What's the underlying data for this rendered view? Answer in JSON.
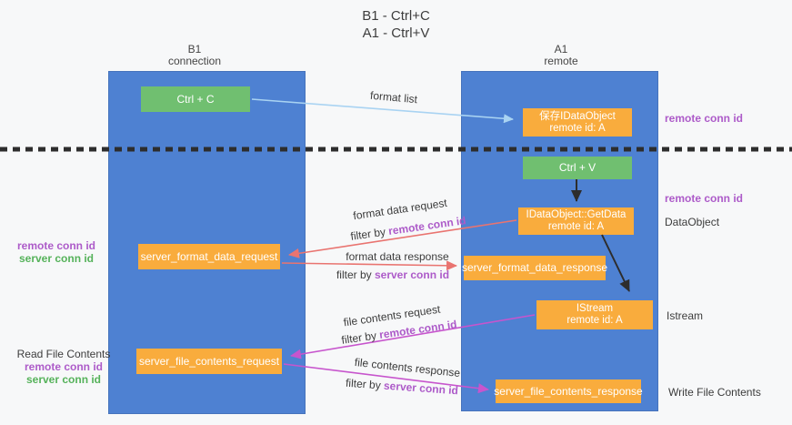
{
  "title": {
    "line1": "B1 - Ctrl+C",
    "line2": "A1 - Ctrl+V"
  },
  "lanes": {
    "left": {
      "title": "B1",
      "subtitle": "connection"
    },
    "right": {
      "title": "A1",
      "subtitle": "remote"
    }
  },
  "boxes": {
    "ctrl_c": {
      "label": "Ctrl + C"
    },
    "save_dataobject": {
      "line1": "保存IDataObject",
      "line2": "remote id: A"
    },
    "ctrl_v": {
      "label": "Ctrl + V"
    },
    "getdata": {
      "line1": "IDataObject::GetData",
      "line2": "remote id: A"
    },
    "istream": {
      "line1": "IStream",
      "line2": "remote id: A"
    },
    "server_format_data_request": {
      "label": "server_format_data_request"
    },
    "server_format_data_response": {
      "label": "server_format_data_response"
    },
    "server_file_contents_request": {
      "label": "server_file_contents_request"
    },
    "server_file_contents_response": {
      "label": "server_file_contents_response"
    }
  },
  "arrow_labels": {
    "format_list": "format list",
    "format_data_request": "format data request",
    "format_data_response": "format data response",
    "file_contents_request": "file contents request",
    "file_contents_response": "file contents response",
    "filter_by": "filter by ",
    "remote_conn_id": "remote conn id",
    "server_conn_id": "server conn id"
  },
  "side_labels": {
    "left": {
      "remote_conn_id": "remote conn id",
      "server_conn_id": "server conn id",
      "read_file_contents": "Read File Contents"
    },
    "right": {
      "remote_conn_id_top": "remote conn id",
      "remote_conn_id_mid": "remote conn id",
      "dataobject": "DataObject",
      "istream": "Istream",
      "write_file_contents": "Write File Contents"
    }
  },
  "colors": {
    "background": "#f7f8f9",
    "lane_blue": "#4e81d2",
    "box_green": "#70bf70",
    "box_orange": "#f9ac3d",
    "label_purple": "#ad5bc9",
    "label_green": "#55b25a",
    "arrow_lightblue": "#a9d3f2",
    "arrow_red": "#e97470",
    "arrow_magenta": "#c755cd",
    "arrow_black": "#2d2d2d",
    "divider_black": "#2d2d2d"
  }
}
